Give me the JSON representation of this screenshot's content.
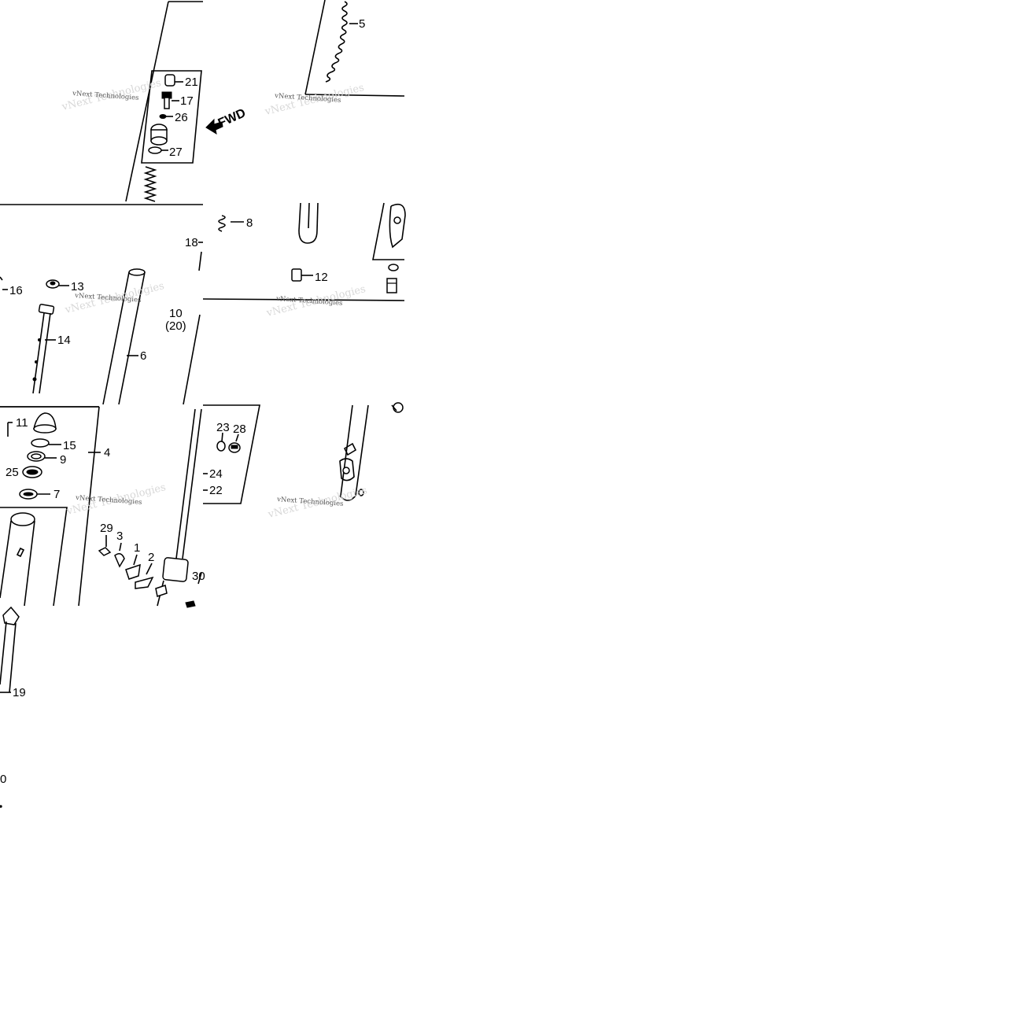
{
  "watermark": "vNext Technologies",
  "fwd_label": "FWD",
  "labels": {
    "p1": "1",
    "p2": "2",
    "p3": "3",
    "p4": "4",
    "p5": "5",
    "p6": "6",
    "p7": "7",
    "p8": "8",
    "p9": "9",
    "p10": "10",
    "p11": "11",
    "p12": "12",
    "p13": "13",
    "p14": "14",
    "p15": "15",
    "p16": "16",
    "p17": "17",
    "p18": "18",
    "p19": "19",
    "p20": "(20)",
    "p21": "21",
    "p22": "22",
    "p23": "23",
    "p24": "24",
    "p25": "25",
    "p26": "26",
    "p27": "27",
    "p28": "28",
    "p29": "29",
    "p30": "30",
    "p30b": "0"
  },
  "colors": {
    "ink": "#000000",
    "background": "#ffffff",
    "watermark": "#555555"
  }
}
